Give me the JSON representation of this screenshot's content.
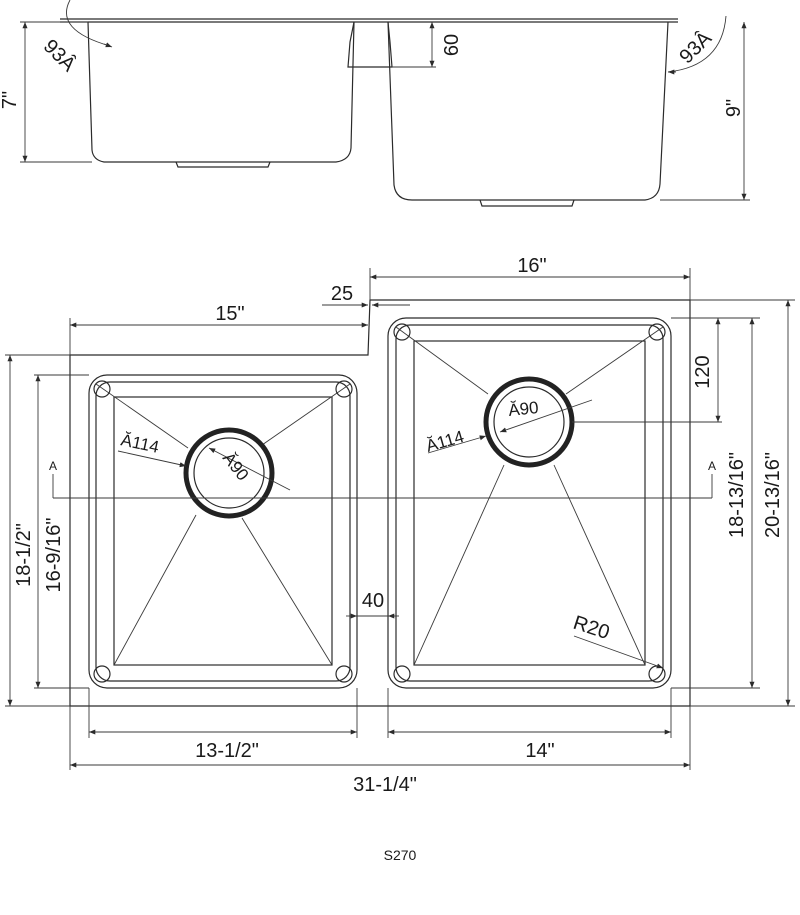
{
  "drawing": {
    "model_code": "S270",
    "section_marker": "A",
    "section": {
      "wall_angle_left": "93Â",
      "wall_angle_right": "93Â",
      "small_bowl_depth": "7\"",
      "large_bowl_depth": "9\"",
      "divider_height": "60"
    },
    "plan": {
      "small_bowl_top_width": "15\"",
      "large_bowl_top_width": "16\"",
      "step_offset": "25",
      "divider_gap": "40",
      "small_bowl_bottom_width": "13-1/2\"",
      "large_bowl_bottom_width": "14\"",
      "overall_width": "31-1/4\"",
      "small_bowl_outer_length": "18-1/2\"",
      "small_bowl_inner_length": "16-9/16\"",
      "large_bowl_inner_length": "18-13/16\"",
      "large_bowl_outer_length": "20-13/16\"",
      "drain_offset": "120",
      "drain_outer_dia_left": "Ă114",
      "drain_inner_dia_left": "Ă90",
      "drain_outer_dia_right": "Ă114",
      "drain_inner_dia_right": "Ă90",
      "corner_radius": "R20"
    }
  }
}
